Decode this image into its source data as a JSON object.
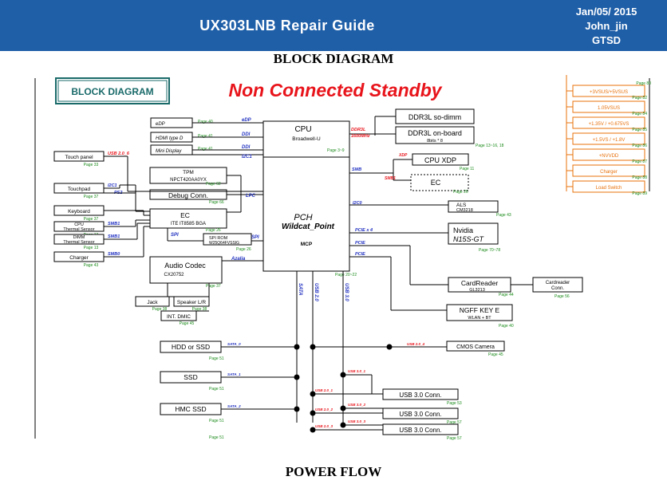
{
  "header": {
    "title": "UX303LNB Repair Guide",
    "date": "Jan/05/ 2015",
    "author": "John_jin",
    "dept": "GTSD"
  },
  "sections": {
    "top": "BLOCK DIAGRAM",
    "bottom": "POWER FLOW"
  },
  "diagram": {
    "badge": "BLOCK DIAGRAM",
    "heading": "Non Connected Standby",
    "colors": {
      "heading": "#e8141b",
      "badge": "#1a6a6a",
      "bus": "#2030c0",
      "redlabel": "#e8141b",
      "page": "#1a8a1a",
      "power": "#e8700a"
    },
    "cpu": {
      "label": "CPU",
      "sub": "Broadwell-U",
      "page": "Page 3~9"
    },
    "pch": {
      "label": "PCH",
      "sub": "Wildcat_Point",
      "mcp": "MCP",
      "page": "Page 20~22"
    },
    "left_top": [
      {
        "label": "eDP",
        "bus": "eDP",
        "page": "Page 40"
      },
      {
        "label": "HDMI type D",
        "bus": "DDI",
        "page": "Page 41"
      },
      {
        "label": "Mini Display",
        "bus": "DDI",
        "page": "Page 41"
      }
    ],
    "i2c_bus": "I2C1",
    "tpm": {
      "label": "TPM",
      "sub": "NPCT420AA0YX",
      "page": "Page 62"
    },
    "debug": {
      "label": "Debug Conn.",
      "page": "Page 66",
      "bus": "LPC"
    },
    "ec": {
      "label": "EC",
      "sub": "ITE IT8585 BGA",
      "page": "Page 26",
      "spi": "SPI"
    },
    "spirom": {
      "label": "SPI ROM",
      "sub": "W25Q64FVSSIG",
      "page": "Page 26",
      "bus": "SPI"
    },
    "left_inputs": [
      {
        "label": "Touch panel",
        "page": "Page 33",
        "bus": "USB 2.0_6",
        "bus2": ""
      },
      {
        "label": "Touchpad",
        "page": "Page 37",
        "bus": "I2C1",
        "bus2": "PS2"
      },
      {
        "label": "Keyboard",
        "page": "Page 37",
        "bus": "",
        "bus2": ""
      },
      {
        "label": "CPU Thermal Sensor",
        "page": "Page 13",
        "bus": "SMB1",
        "bus2": ""
      },
      {
        "label": "DIMM Thermal Sensor",
        "page": "Page 13",
        "bus": "SMB1",
        "bus2": ""
      },
      {
        "label": "Charger",
        "page": "Page 43",
        "bus": "SMB0",
        "bus2": ""
      }
    ],
    "audio": {
      "label": "Audio Codec",
      "sub": "CX20752",
      "page": "Page 37",
      "bus": "Azalia"
    },
    "audio_children": [
      {
        "label": "Jack",
        "page": "Page 38"
      },
      {
        "label": "Speaker L/R",
        "page": "Page 38"
      },
      {
        "label": "INT. DMIC",
        "page": "Page 45"
      }
    ],
    "ddr": [
      {
        "label": "DDR3L so-dimm"
      },
      {
        "label": "DDR3L on-board",
        "sub": "8bits * 8",
        "page": "Page 13~16, 18"
      }
    ],
    "ddr_bus": [
      "DDR3L",
      "1600MHz"
    ],
    "cpu_xdp": {
      "label": "CPU XDP",
      "bus": "XDP",
      "page": "Page 11"
    },
    "ec_right": {
      "label": "EC",
      "bus1": "SMB",
      "bus2": "SMB1",
      "page": "Page 26"
    },
    "als": {
      "label": "ALS",
      "sub": "CM3218",
      "bus": "I2C0",
      "page": "Page 43"
    },
    "nvidia": {
      "label": "Nvidia",
      "sub": "N15S-GT",
      "bus": "PCIE x 4",
      "page": "Page 70~78"
    },
    "cardreader": {
      "label": "CardReader",
      "sub": "GL3213",
      "bus": "PCIE",
      "page": "Page 44"
    },
    "cardreader_conn": {
      "label": "Cardreader",
      "sub": "Conn.",
      "page": "Page 56"
    },
    "ngff": {
      "label": "NGFF KEY E",
      "sub": "WLAN + BT",
      "bus": "PCIE",
      "page": "Page 40"
    },
    "pch_down_buses": [
      "SATA",
      "USB 2.0",
      "USB 3.0"
    ],
    "storage": [
      {
        "label": "HDD or SSD",
        "bus": "SATA_0",
        "page": "Page 51"
      },
      {
        "label": "SSD",
        "bus": "SATA_1",
        "page": "Page 51"
      },
      {
        "label": "HMC SSD",
        "bus": "SATA_2",
        "page": "Page 51"
      }
    ],
    "cmos": {
      "label": "CMOS Camera",
      "bus": "USB 2.0_4",
      "page": "Page 45"
    },
    "usb": [
      {
        "label": "USB 3.0 Conn.",
        "bus20": "USB 2.0_1",
        "bus30": "USB 3.0_1",
        "page": "Page 53"
      },
      {
        "label": "USB 3.0 Conn.",
        "bus20": "USB 2.0_2",
        "bus30": "USB 3.0_2",
        "page": "Page 57"
      },
      {
        "label": "USB 3.0 Conn.",
        "bus20": "USB 2.0_3",
        "bus30": "USB 3.0_3",
        "page": "Page 57"
      }
    ],
    "bottom_page": "Page 51",
    "power_rails": [
      {
        "label": "+3VSUS/+5VSUS",
        "page": "Page 82"
      },
      {
        "label": "1.05VSUS",
        "page": "Page 84"
      },
      {
        "label": "+1.35V / +0.675VS",
        "page": "Page 85"
      },
      {
        "label": "+1.5VS / +1.8V",
        "page": "Page 86"
      },
      {
        "label": "+NVVDD",
        "page": "Page 87"
      },
      {
        "label": "Charger",
        "page": "Page 88"
      },
      {
        "label": "Load Switch",
        "page": "Page 89"
      }
    ],
    "power_top_page": "Page 80"
  }
}
